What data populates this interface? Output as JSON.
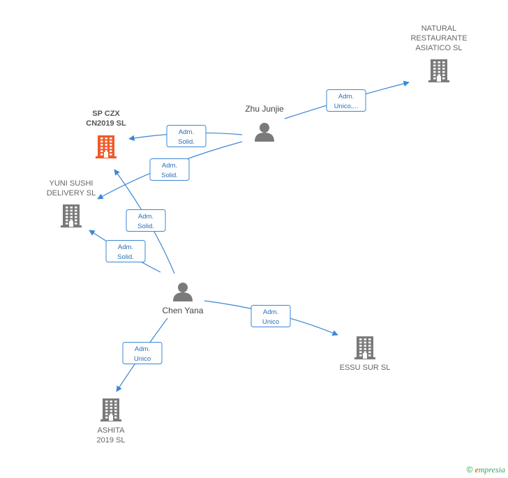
{
  "colors": {
    "edge": "#3a87d6",
    "company_default": "#7a7a7a",
    "company_highlight": "#f05a28",
    "person": "#7a7a7a"
  },
  "companies": [
    {
      "id": "natural",
      "lines": [
        "NATURAL",
        "RESTAURANTE",
        "ASIATICO  SL"
      ],
      "highlight": false,
      "icon": "building-icon"
    },
    {
      "id": "spczx",
      "lines": [
        "SP CZX",
        "CN2019  SL"
      ],
      "highlight": true,
      "icon": "building-icon"
    },
    {
      "id": "yuni",
      "lines": [
        "YUNI SUSHI",
        "DELIVERY  SL"
      ],
      "highlight": false,
      "icon": "building-icon"
    },
    {
      "id": "essu",
      "lines": [
        "ESSU SUR  SL"
      ],
      "highlight": false,
      "icon": "building-icon"
    },
    {
      "id": "ashita",
      "lines": [
        "ASHITA",
        "2019  SL"
      ],
      "highlight": false,
      "icon": "building-icon"
    }
  ],
  "people": [
    {
      "id": "zhu",
      "name": "Zhu Junjie",
      "icon": "person-icon"
    },
    {
      "id": "chen",
      "name": "Chen Yana",
      "icon": "person-icon"
    }
  ],
  "edges": [
    {
      "from": "zhu",
      "to": "natural",
      "label": [
        "Adm.",
        "Unico,..."
      ]
    },
    {
      "from": "zhu",
      "to": "spczx",
      "label": [
        "Adm.",
        "Solid."
      ]
    },
    {
      "from": "zhu",
      "to": "yuni",
      "label": [
        "Adm.",
        "Solid."
      ]
    },
    {
      "from": "chen",
      "to": "spczx",
      "label": [
        "Adm.",
        "Solid."
      ]
    },
    {
      "from": "chen",
      "to": "yuni",
      "label": [
        "Adm.",
        "Solid."
      ]
    },
    {
      "from": "chen",
      "to": "essu",
      "label": [
        "Adm.",
        "Unico"
      ]
    },
    {
      "from": "chen",
      "to": "ashita",
      "label": [
        "Adm.",
        "Unico"
      ]
    }
  ],
  "footer": {
    "copyright": "©",
    "brand_first": "e",
    "brand_rest": "mpresia"
  }
}
